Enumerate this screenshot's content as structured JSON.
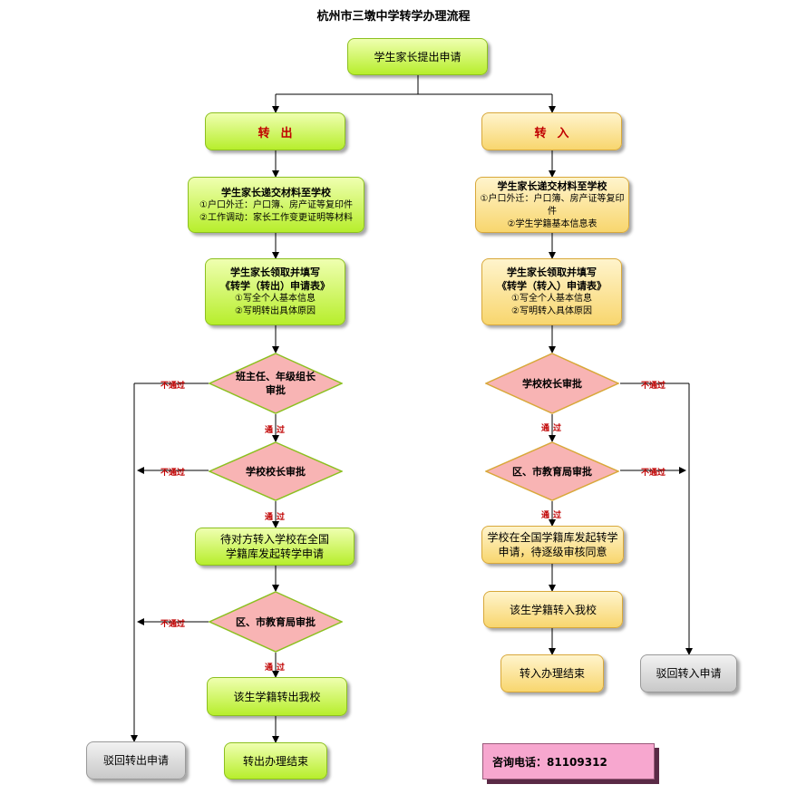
{
  "title": "杭州市三墩中学转学办理流程",
  "start": "学生家长提出申请",
  "out": {
    "header": "转出",
    "step1": {
      "title": "学生家长递交材料至学校",
      "lines": [
        "①户口外迁：户口簿、房产证等复印件",
        "②工作调动：家长工作变更证明等材料"
      ]
    },
    "step2": {
      "title1": "学生家长领取并填写",
      "title2": "《转学（转出）申请表》",
      "lines": [
        "①写全个人基本信息",
        "②写明转出具体原因"
      ]
    },
    "decision1": "班主任、年级组长审批",
    "decision2": "学校校长审批",
    "step3": "待对方转入学校在全国学籍库发起转学申请",
    "decision3": "区、市教育局审批",
    "step4": "该生学籍转出我校",
    "end": "转出办理结束",
    "reject": "驳回转出申请"
  },
  "in": {
    "header": "转入",
    "step1": {
      "title": "学生家长递交材料至学校",
      "lines": [
        "①户口外迁：户口簿、房产证等复印件",
        "②学生学籍基本信息表"
      ]
    },
    "step2": {
      "title1": "学生家长领取并填写",
      "title2": "《转学（转入）申请表》",
      "lines": [
        "①写全个人基本信息",
        "②写明转入具体原因"
      ]
    },
    "decision1": "学校校长审批",
    "decision2": "区、市教育局审批",
    "step3": "学校在全国学籍库发起转学申请，待逐级审核同意",
    "step4": "该生学籍转入我校",
    "end": "转入办理结束",
    "reject": "驳回转入申请"
  },
  "labels": {
    "pass": "通过",
    "fail": "不通过"
  },
  "contact": "咨询电话：81109312"
}
